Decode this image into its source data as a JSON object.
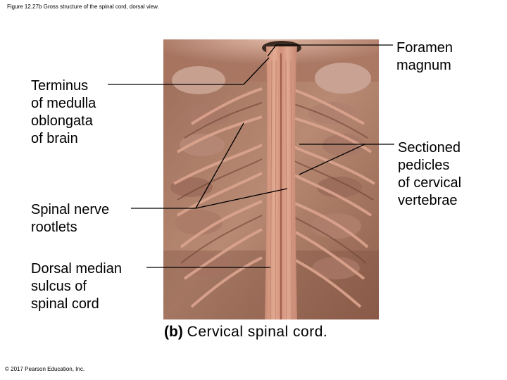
{
  "header": {
    "caption": "Figure 12.27b Gross structure of the spinal cord, dorsal view."
  },
  "labels": {
    "foramen_magnum": [
      "Foramen",
      "magnum"
    ],
    "terminus_medulla": [
      "Terminus",
      "of medulla",
      "oblongata",
      "of brain"
    ],
    "sectioned_pedicles": [
      "Sectioned",
      "pedicles",
      "of cervical",
      "vertebrae"
    ],
    "spinal_nerve_rootlets": [
      "Spinal nerve",
      "rootlets"
    ],
    "dorsal_median_sulcus": [
      "Dorsal median",
      "sulcus of",
      "spinal cord"
    ]
  },
  "figure_caption": {
    "letter": "(b)",
    "text": "Cervical spinal cord."
  },
  "footer": {
    "copyright": "© 2017 Pearson Education, Inc."
  },
  "colors": {
    "background": "#ffffff",
    "tissue_base": "#b98569",
    "cord": "#d89b84",
    "shadow": "#5a3424",
    "leader": "#000000"
  }
}
